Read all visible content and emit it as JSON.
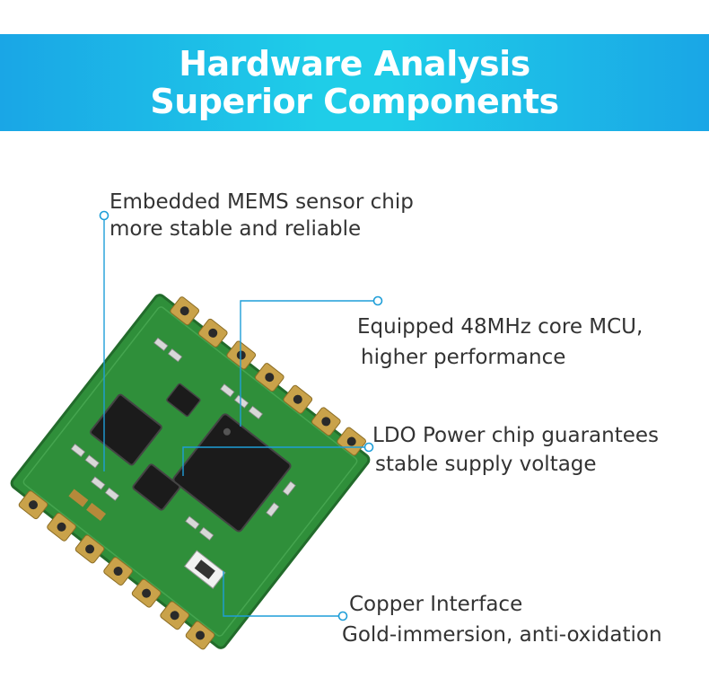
{
  "header": {
    "title_line1": "Hardware Analysis",
    "title_line2": "Superior Components",
    "gradient_start": "#1aa6e6",
    "gradient_mid": "#1fcde8"
  },
  "callouts": {
    "mems": {
      "line1": "Embedded MEMS sensor chip",
      "line2": "more stable and reliable"
    },
    "mcu": {
      "line1": "Equipped 48MHz core MCU,",
      "line2": "higher performance"
    },
    "ldo": {
      "line1": "LDO Power chip guarantees",
      "line2": "stable supply voltage"
    },
    "copper": {
      "line1": "Copper Interface",
      "line2": "Gold-immersion, anti-oxidation"
    }
  },
  "colors": {
    "pcb_green": "#2f8f3a",
    "pad_gold": "#c9a24a",
    "chip_black": "#1b1b1b",
    "leader_line": "#1e9ed8",
    "text": "#333333"
  }
}
